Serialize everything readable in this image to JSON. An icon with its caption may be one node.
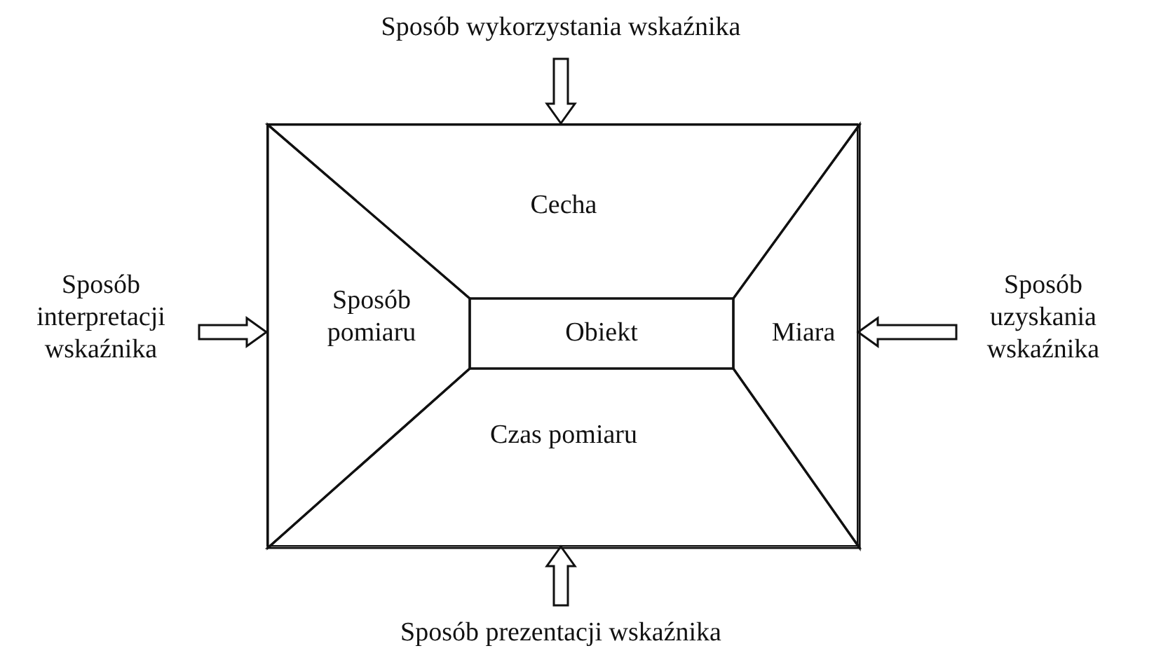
{
  "diagram": {
    "nodes": [
      {
        "text": [
          "Sposób wykorzystania wskaźnika"
        ]
      },
      {
        "text": [],
        "shape": "box"
      },
      {
        "text": [
          "Cecha"
        ],
        "in": 1
      },
      {
        "text": [
          "Sposób interpretacji wskaźnika"
        ]
      },
      {
        "text": [
          "Sposób pomiaru"
        ],
        "in": 1
      },
      {
        "text": [
          "Obiekt"
        ],
        "in": 1
      },
      {
        "text": [
          "Miara"
        ],
        "in": 1
      },
      {
        "text": [
          "Sposób uzyskania wskaźnika"
        ]
      },
      {
        "text": [
          "Czas pomiaru"
        ],
        "in": 1
      },
      {
        "text": [
          "Sposób prezentacji wskaźnika"
        ]
      }
    ],
    "edges": [
      {
        "from": 0,
        "to": 1,
        "arrow": "to"
      },
      {
        "from": 3,
        "to": 1,
        "arrow": "to"
      },
      {
        "from": 7,
        "to": 1,
        "arrow": "to"
      },
      {
        "from": 9,
        "to": 1,
        "arrow": "to"
      }
    ]
  }
}
